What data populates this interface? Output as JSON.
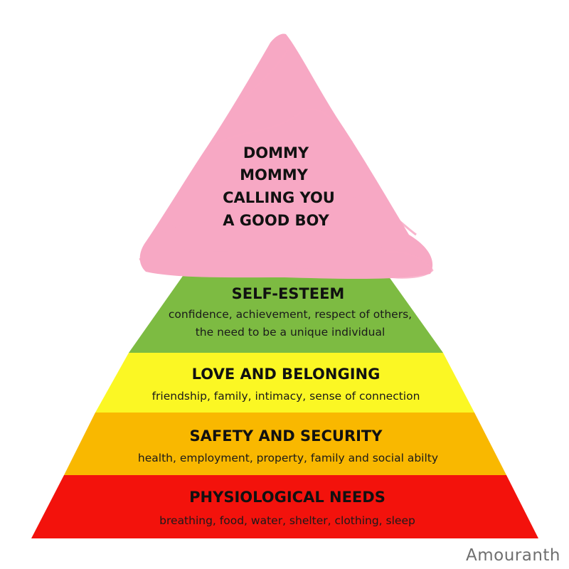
{
  "top_tier": {
    "lines": [
      "DOMMY",
      "MOMMY",
      "CALLING YOU",
      "A GOOD BOY"
    ],
    "color": "#f7a8c4"
  },
  "tiers": [
    {
      "title": "SELF-ESTEEM",
      "subtitle_lines": [
        "confidence, achievement, respect of others,",
        "the need to be a unique individual"
      ],
      "color": "#7dbb42"
    },
    {
      "title": "LOVE AND BELONGING",
      "subtitle_lines": [
        "friendship, family, intimacy, sense of connection"
      ],
      "color": "#fbf724"
    },
    {
      "title": "SAFETY AND SECURITY",
      "subtitle_lines": [
        "health, employment, property, family and social abilty"
      ],
      "color": "#f9b800"
    },
    {
      "title": "PHYSIOLOGICAL NEEDS",
      "subtitle_lines": [
        "breathing, food, water, shelter, clothing, sleep"
      ],
      "color": "#f3120c"
    }
  ],
  "watermark": "Amouranth"
}
